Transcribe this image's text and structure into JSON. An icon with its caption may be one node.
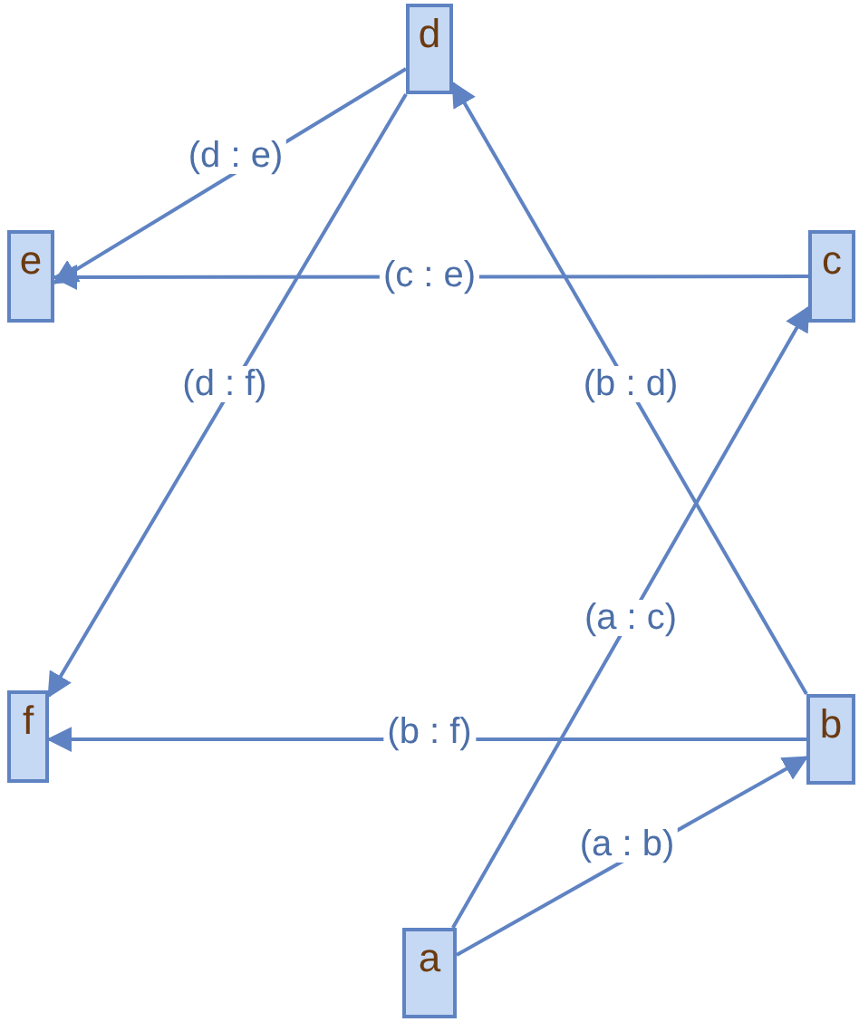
{
  "diagram": {
    "nodes": [
      {
        "text": [
          "a"
        ]
      },
      {
        "text": [
          "b"
        ]
      },
      {
        "text": [
          "c"
        ]
      },
      {
        "text": [
          "d"
        ]
      },
      {
        "text": [
          "e"
        ]
      },
      {
        "text": [
          "f"
        ]
      }
    ],
    "edges": [
      {
        "from": 0,
        "to": 1,
        "arrow": "to",
        "label": "(a : b)"
      },
      {
        "from": 0,
        "to": 2,
        "arrow": "to",
        "label": "(a : c)"
      },
      {
        "from": 1,
        "to": 3,
        "arrow": "to",
        "label": "(b : d)"
      },
      {
        "from": 1,
        "to": 5,
        "arrow": "to",
        "label": "(b : f)"
      },
      {
        "from": 2,
        "to": 4,
        "arrow": "to",
        "label": "(c : e)"
      },
      {
        "from": 3,
        "to": 4,
        "arrow": "to",
        "label": "(d : e)"
      },
      {
        "from": 3,
        "to": 5,
        "arrow": "to",
        "label": "(d : f)"
      }
    ]
  }
}
